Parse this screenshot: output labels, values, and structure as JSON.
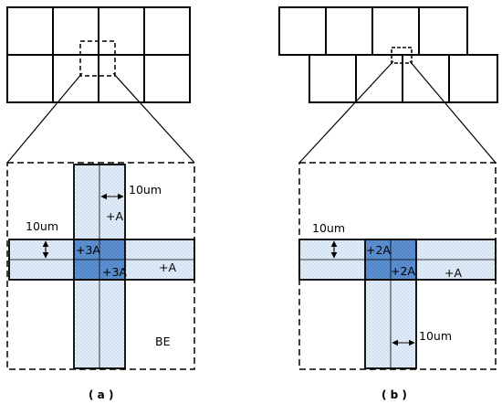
{
  "panel_a": {
    "caption": "( a )",
    "labels": {
      "width_top": "10um",
      "width_left": "10um",
      "overlap_top": "+A",
      "triple_left": "+3A",
      "triple_right": "+3A",
      "overlap_right": "+A",
      "region_be": "BE"
    }
  },
  "panel_b": {
    "caption": "( b )",
    "labels": {
      "width_left": "10um",
      "double_left": "+2A",
      "double_right": "+2A",
      "overlap_right": "+A",
      "width_bottom": "10um"
    }
  },
  "colors": {
    "overlap_fill": "#dfeaf7",
    "multi_overlap_fill": "#5b8fd1",
    "line": "#000000"
  }
}
